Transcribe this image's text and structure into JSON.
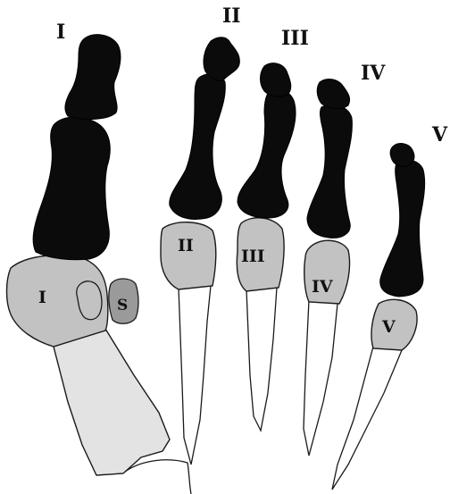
{
  "ray_labels": [
    "I",
    "II",
    "III",
    "IV",
    "V"
  ],
  "metatarsal_head_labels": [
    "I",
    "II",
    "III",
    "IV",
    "V"
  ],
  "sesamoid_label": "S",
  "colors": {
    "phalanges": "#0b0b0b",
    "metatarsal_heads": "#c2c2c2",
    "first_metatarsal_shaft": "#e3e3e3",
    "sesamoid": "#9a9a9a",
    "background": "#ffffff"
  }
}
